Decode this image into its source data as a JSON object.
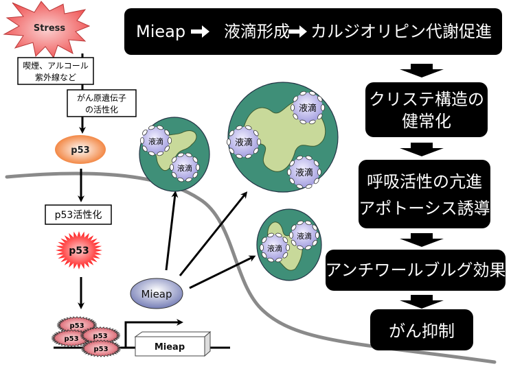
{
  "title": "Mieap pathway: p53-induced liquid droplet formation and cancer suppression",
  "left_pathway": {
    "stress_label": "Stress",
    "causes_line1": "喫煙、アルコール",
    "causes_line2": "紫外線など",
    "oncogene_line1": "がん原遺伝子",
    "oncogene_line2": "の活性化",
    "p53_label": "p53",
    "p53_activation_label": "p53活性化",
    "p53_active_label": "p53",
    "p53_cluster_labels": [
      "p53",
      "p53",
      "p53",
      "p53"
    ],
    "gene_label": "Mieap"
  },
  "center": {
    "mieap_protein_label": "Mieap",
    "droplet_label": "液滴"
  },
  "banner": {
    "part1": "Mieap",
    "part2": "液滴形成",
    "part3": "カルジオリピン代謝促進"
  },
  "steps": [
    {
      "lines": [
        "クリステ構造の",
        "健常化"
      ]
    },
    {
      "lines": [
        "呼吸活性の亢進",
        "アポトーシス誘導"
      ]
    },
    {
      "lines": [
        "アンチワールブルグ効果"
      ]
    },
    {
      "lines": [
        "がん抑制"
      ]
    }
  ],
  "colors": {
    "banner_bg": "#000000",
    "mito_outer": "#3f8f78",
    "mito_inner": "#c8d99a",
    "droplet": "#b9b6ea",
    "membrane": "#8a8a8a",
    "stress": "#ef5a5a",
    "p53_orange": "#f07a2a",
    "p53_red": "#ff0000",
    "mieap_protein": "#8e95c4"
  }
}
